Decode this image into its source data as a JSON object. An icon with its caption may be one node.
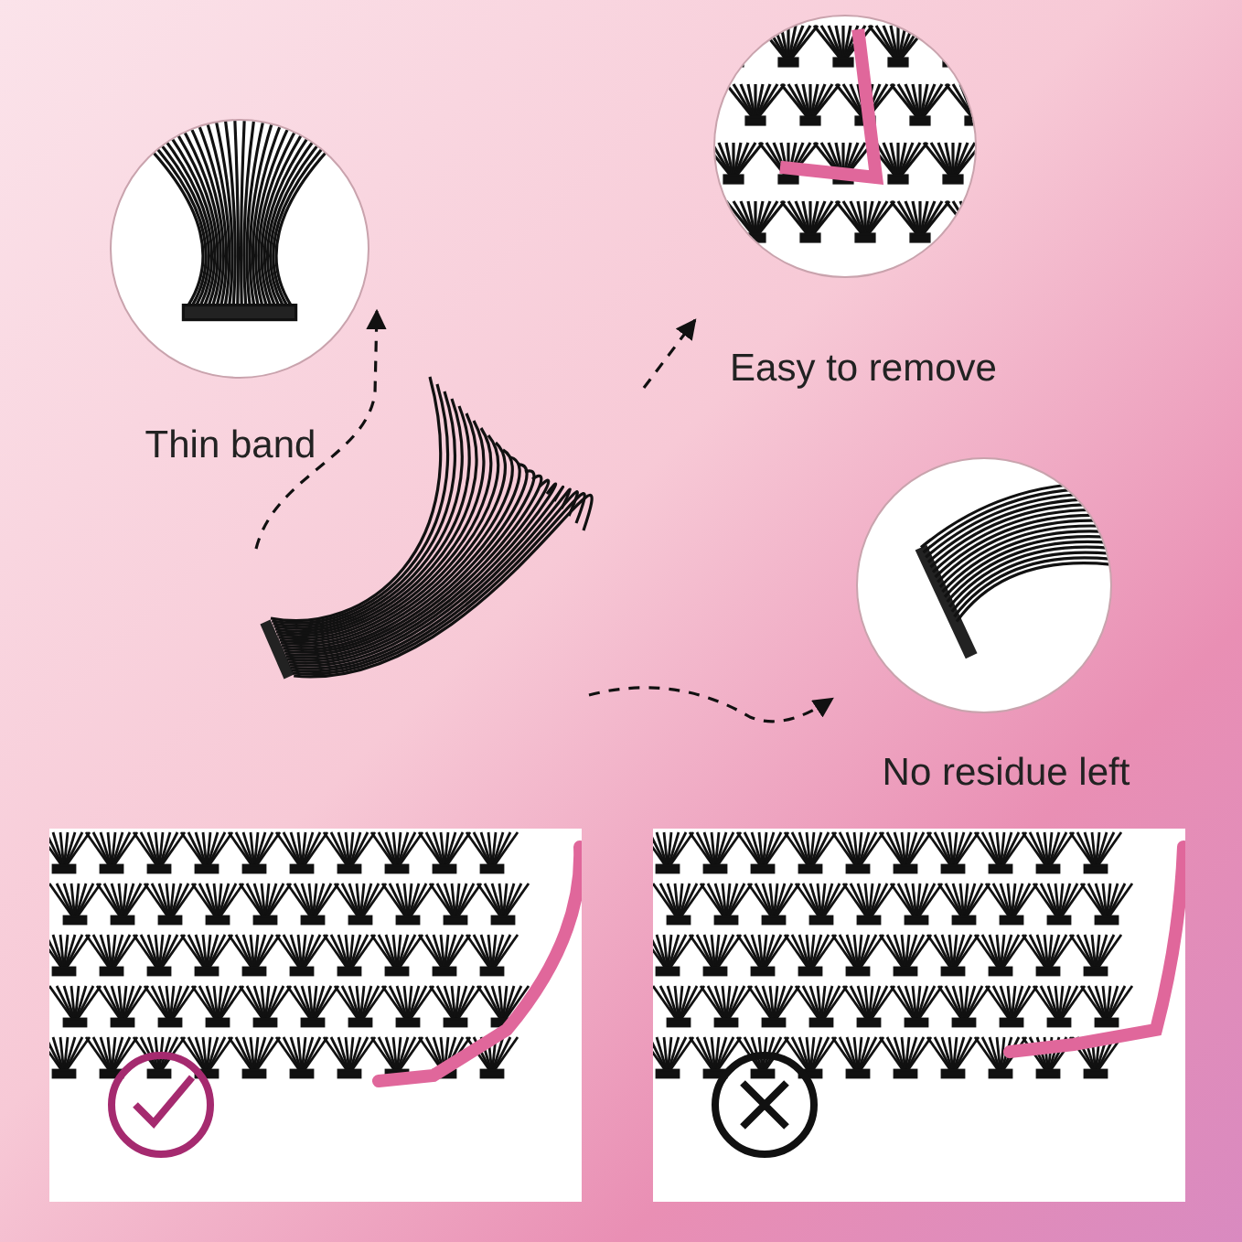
{
  "diagram": {
    "nodes": [
      {
        "text": [],
        "shape": "picture"
      },
      {
        "text": [
          "Thin band"
        ]
      },
      {
        "text": [
          "Easy to remove"
        ]
      },
      {
        "text": [
          "No residue left"
        ]
      }
    ],
    "edges": [
      {
        "from": 0,
        "to": 1,
        "arrow": "to",
        "style": "dashed"
      },
      {
        "from": 0,
        "to": 2,
        "arrow": "to",
        "style": "dashed"
      },
      {
        "from": 0,
        "to": 3,
        "arrow": "to",
        "style": "dashed"
      }
    ]
  }
}
